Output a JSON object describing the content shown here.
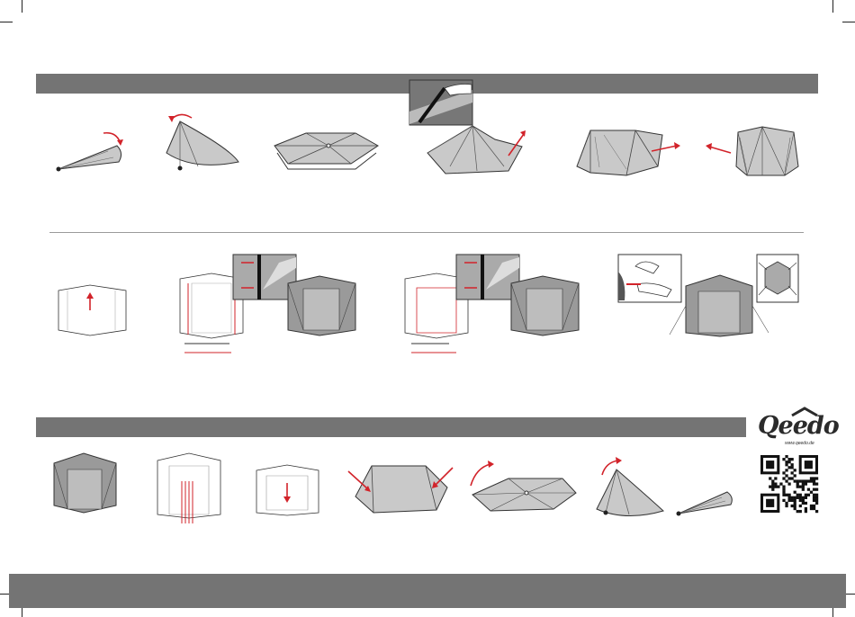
{
  "brand": {
    "name": "Qeedo",
    "url": "www.qeedo.de"
  },
  "colors": {
    "band": "#747474",
    "accent_red": "#d2232a",
    "tent_fill": "#c9c9c9"
  },
  "sections": [
    {
      "id": "setup",
      "steps": 6,
      "has_detail_inset": true
    },
    {
      "id": "doors",
      "steps": 6,
      "has_detail_inset": true
    },
    {
      "id": "takedown",
      "steps": 7
    }
  ],
  "icons": [
    "red-arrow-icon",
    "qr-code-icon",
    "hand-icon"
  ]
}
